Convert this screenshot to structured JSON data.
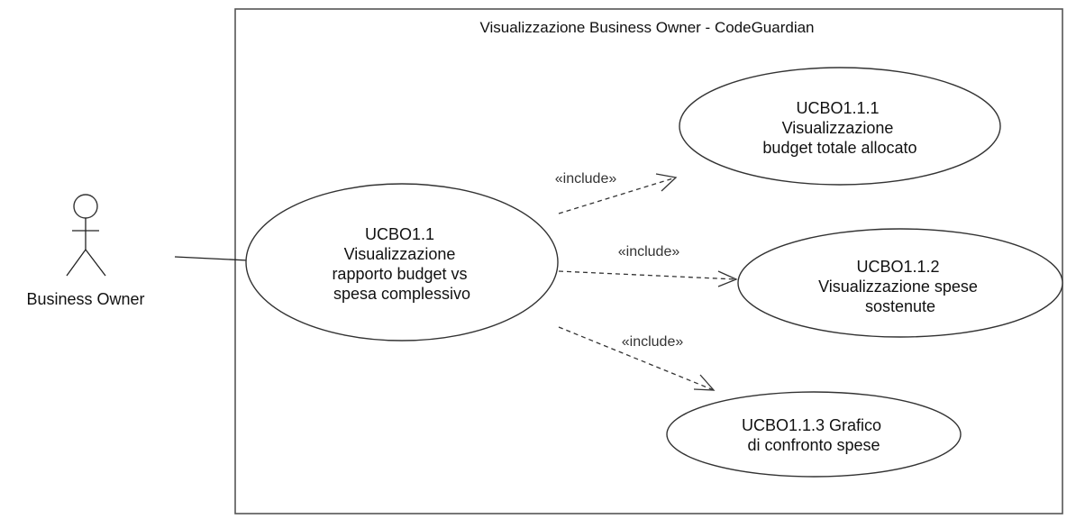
{
  "diagram": {
    "system_title": "Visualizzazione Business Owner - CodeGuardian",
    "actor": {
      "name": "Business Owner"
    },
    "main_use_case": {
      "lines": [
        "UCBO1.1",
        "Visualizzazione",
        "rapporto budget vs",
        "spesa complessivo"
      ]
    },
    "included_use_cases": [
      {
        "lines": [
          "UCBO1.1.1",
          "Visualizzazione",
          "budget totale allocato"
        ]
      },
      {
        "lines": [
          "UCBO1.1.2",
          "Visualizzazione spese",
          "sostenute"
        ]
      },
      {
        "lines": [
          "UCBO1.1.3 Grafico",
          "di confronto spese"
        ]
      }
    ],
    "relations": [
      {
        "label": "«include»"
      },
      {
        "label": "«include»"
      },
      {
        "label": "«include»"
      }
    ]
  }
}
